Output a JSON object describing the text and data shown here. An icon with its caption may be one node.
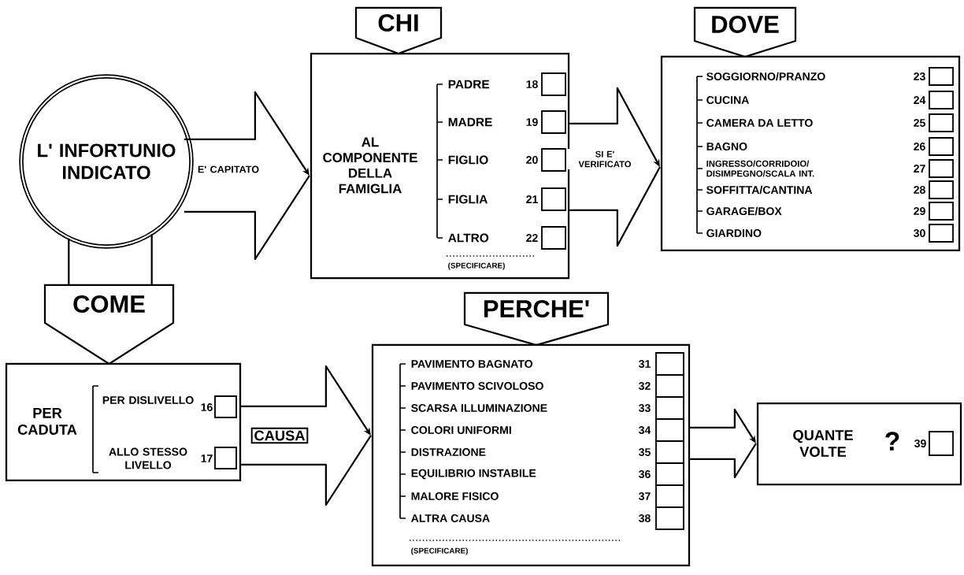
{
  "diagram": {
    "nodes": [
      {
        "text": [
          "L' INFORTUNIO INDICATO"
        ]
      },
      {
        "text": [
          "CHI"
        ]
      },
      {
        "text": [
          "AL COMPONENTE DELLA FAMIGLIA",
          "PADRE",
          "18",
          "MADRE",
          "19",
          "FIGLIO",
          "20",
          "FIGLIA",
          "21",
          "ALTRO",
          "22",
          "(SPECIFICARE)"
        ]
      },
      {
        "text": [
          "DOVE"
        ]
      },
      {
        "text": [
          "SOGGIORNO/PRANZO",
          "23",
          "CUCINA",
          "24",
          "CAMERA DA LETTO",
          "25",
          "BAGNO",
          "26",
          "INGRESSO/CORRIDOIO/ DISIMPEGNO/SCALA INT.",
          "27",
          "SOFFITTA/CANTINA",
          "28",
          "GARAGE/BOX",
          "29",
          "GIARDINO",
          "30"
        ]
      },
      {
        "text": [
          "COME"
        ]
      },
      {
        "text": [
          "PER CADUTA",
          "PER DISLIVELLO",
          "16",
          "ALLO STESSO LIVELLO",
          "17"
        ]
      },
      {
        "text": [
          "PERCHE'"
        ]
      },
      {
        "text": [
          "PAVIMENTO BAGNATO",
          "31",
          "PAVIMENTO SCIVOLOSO",
          "32",
          "SCARSA ILLUMINAZIONE",
          "33",
          "COLORI UNIFORMI",
          "34",
          "DISTRAZIONE",
          "35",
          "EQUILIBRIO INSTABILE",
          "36",
          "MALORE FISICO",
          "37",
          "ALTRA CAUSA",
          "38",
          "(SPECIFICARE)"
        ]
      },
      {
        "text": [
          "QUANTE VOLTE",
          "?",
          "39"
        ]
      }
    ],
    "edges": [
      {
        "from": 0,
        "to": 2,
        "arrow": "to",
        "label": "E' CAPITATO"
      },
      {
        "from": 2,
        "to": 4,
        "arrow": "to",
        "label": "SI E' VERIFICATO"
      },
      {
        "from": 0,
        "to": 5,
        "arrow": "none"
      },
      {
        "from": 0,
        "to": 5,
        "arrow": "none"
      },
      {
        "from": 6,
        "to": 8,
        "arrow": "to",
        "label": "CAUSA"
      },
      {
        "from": 8,
        "to": 9,
        "arrow": "to"
      }
    ]
  }
}
